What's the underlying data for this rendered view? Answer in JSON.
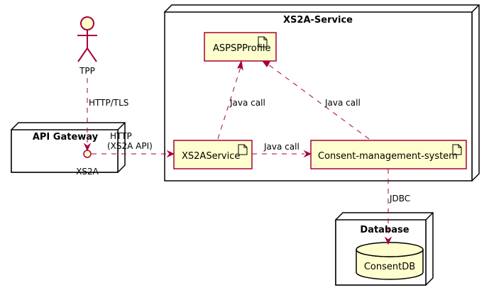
{
  "nodes": {
    "service": {
      "title": "XS2A-Service"
    },
    "gateway": {
      "title": "API Gateway",
      "interface_label": "XS2A"
    },
    "database": {
      "title": "Database"
    }
  },
  "actors": {
    "tpp": {
      "label": "TPP"
    }
  },
  "artifacts": {
    "aspsp_profile": {
      "label": "ASPSPProfile"
    },
    "xs2a_service": {
      "label": "XS2AService"
    },
    "consent_mgmt": {
      "label": "Consent-management-system"
    },
    "consent_db": {
      "label": "ConsentDB"
    }
  },
  "edges": {
    "tpp_to_gateway": {
      "label": "HTTP/TLS"
    },
    "gateway_to_xs2a": {
      "label_line1": "HTTP",
      "label_line2": "(XS2A API)"
    },
    "xs2a_to_profile": {
      "label": "Java call"
    },
    "consent_to_profile": {
      "label": "Java call"
    },
    "xs2a_to_consent": {
      "label": "Java call"
    },
    "consent_to_db": {
      "label": "JDBC"
    }
  },
  "colors": {
    "arrow": "#a80036",
    "fill": "#fefece",
    "border": "#000000"
  },
  "icons": {
    "artifact": "document-icon",
    "database": "cylinder-icon",
    "actor": "stick-figure-icon",
    "interface": "circle-icon"
  }
}
